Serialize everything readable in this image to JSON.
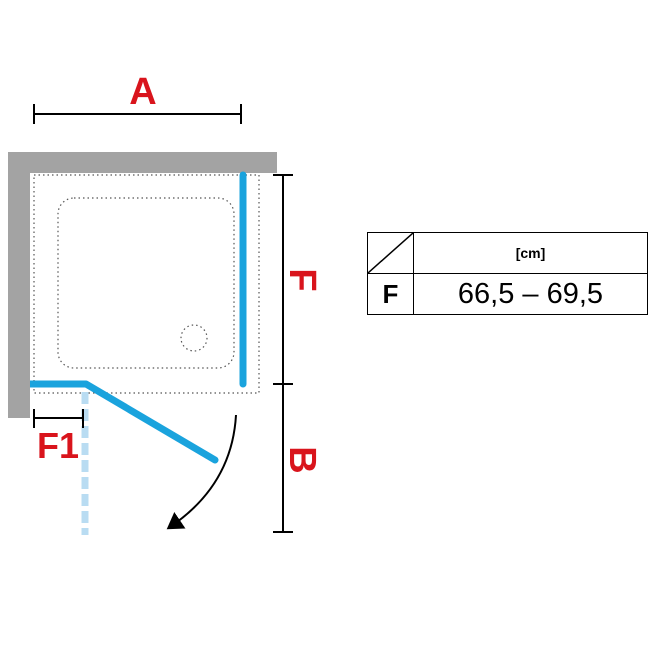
{
  "diagram": {
    "dimension_labels": {
      "a": "A",
      "f": "F",
      "b": "B",
      "f1": "F1"
    }
  },
  "table": {
    "unit": "[cm]",
    "rows": [
      {
        "label": "F",
        "value": "66,5 – 69,5"
      }
    ]
  },
  "colors": {
    "wall": "#a3a3a3",
    "glass": "#1aa3dd",
    "glass_swing_ghost": "#b9dcf2",
    "label_red": "#d9141c",
    "line": "#000000"
  }
}
